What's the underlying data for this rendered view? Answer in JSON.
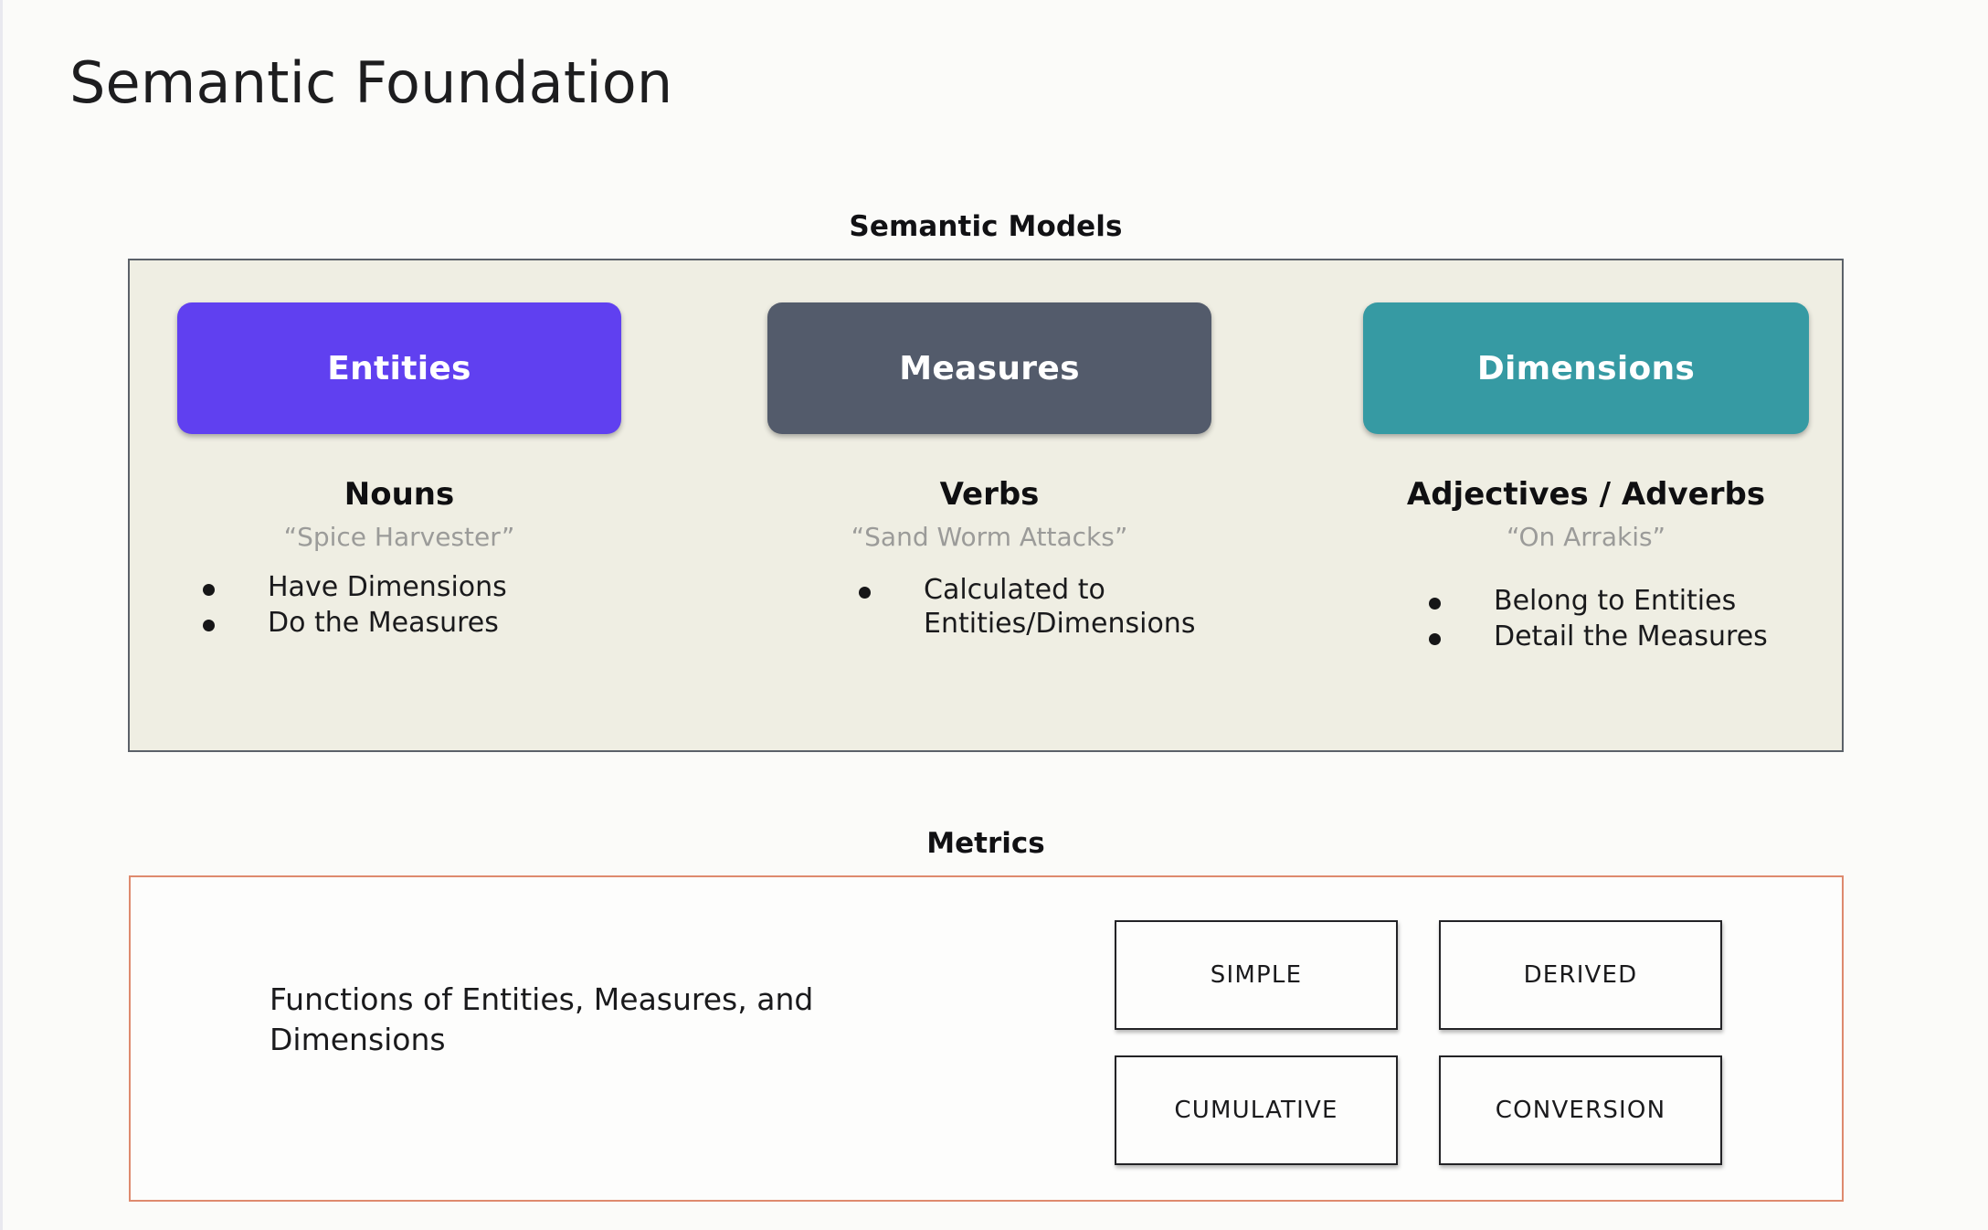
{
  "page": {
    "title": "Semantic Foundation",
    "background_color": "#fbfbf9"
  },
  "semantic_models": {
    "heading": "Semantic Models",
    "panel_background": "#efeee3",
    "panel_border": "#5b6169",
    "columns": [
      {
        "chip_label": "Entities",
        "chip_color": "#6040F0",
        "kind": "Nouns",
        "example": "“Spice Harvester”",
        "bullets": [
          "Have Dimensions",
          "Do the Measures"
        ]
      },
      {
        "chip_label": "Measures",
        "chip_color": "#535B6B",
        "kind": "Verbs",
        "example": "“Sand Worm Attacks”",
        "bullets": [
          "Calculated to\nEntities/Dimensions"
        ]
      },
      {
        "chip_label": "Dimensions",
        "chip_color": "#369AA3",
        "kind": "Adjectives / Adverbs",
        "example": "“On Arrakis”",
        "bullets": [
          "Belong to Entities",
          "Detail the Measures"
        ]
      }
    ]
  },
  "metrics": {
    "heading": "Metrics",
    "panel_border": "#de8a6e",
    "description": "Functions of Entities, Measures, and Dimensions",
    "types": [
      "SIMPLE",
      "DERIVED",
      "CUMULATIVE",
      "CONVERSION"
    ]
  }
}
